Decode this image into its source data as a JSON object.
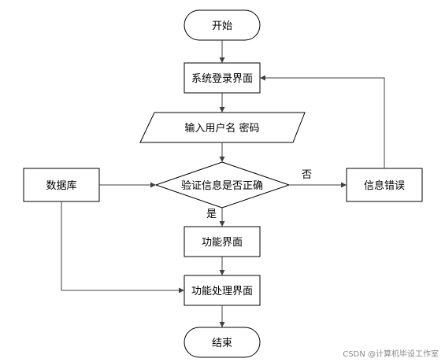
{
  "nodes": {
    "start": "开始",
    "login": "系统登录界面",
    "input": "输入用户名 密码",
    "verify": "验证信息是否正确",
    "database": "数据库",
    "error": "信息错误",
    "function_page": "功能界面",
    "process_page": "功能处理界面",
    "end": "结束"
  },
  "edge_labels": {
    "no": "否",
    "yes": "是"
  },
  "watermark": "CSDN @计算机毕设工作室"
}
